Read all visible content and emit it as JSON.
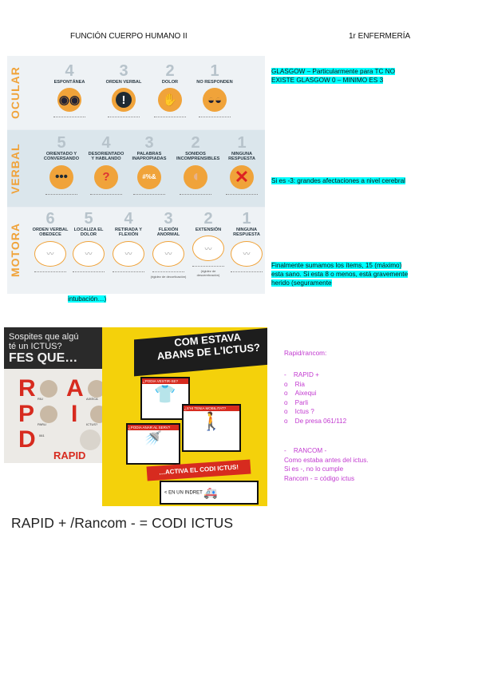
{
  "header": {
    "left": "FUNCIÓN CUERPO HUMANO II",
    "right": "1r ENFERMERÍA"
  },
  "gcs": {
    "sections": [
      {
        "name": "OCULAR",
        "items": [
          {
            "score": "4",
            "label": "ESPONTÁNEA",
            "glyph": "◉◉"
          },
          {
            "score": "3",
            "label": "ORDEN VERBAL",
            "glyph": "!"
          },
          {
            "score": "2",
            "label": "DOLOR",
            "glyph": "✋"
          },
          {
            "score": "1",
            "label": "NO RESPONDEN",
            "glyph": "◒◒"
          }
        ]
      },
      {
        "name": "VERBAL",
        "items": [
          {
            "score": "5",
            "label": "ORIENTADO Y CONVERSANDO",
            "glyph": "•••"
          },
          {
            "score": "4",
            "label": "DESORIENTADO Y HABLANDO",
            "glyph": "?"
          },
          {
            "score": "3",
            "label": "PALABRAS INAPROPIADAS",
            "glyph": "#%&"
          },
          {
            "score": "2",
            "label": "SONIDOS INCOMPRENSIBLES",
            "glyph": "◖"
          },
          {
            "score": "1",
            "label": "NINGUNA RESPUESTA",
            "glyph": "✕"
          }
        ]
      },
      {
        "name": "MOTORA",
        "items": [
          {
            "score": "6",
            "label": "ORDEN VERBAL OBEDECE",
            "sub": ""
          },
          {
            "score": "5",
            "label": "LOCALIZA EL DOLOR",
            "sub": ""
          },
          {
            "score": "4",
            "label": "RETIRADA Y FLEXIÓN",
            "sub": ""
          },
          {
            "score": "3",
            "label": "FLEXIÓN ANORMAL",
            "sub": "(rigidez de decorticación)"
          },
          {
            "score": "2",
            "label": "EXTENSIÓN",
            "sub": "(rigidez de descerebración)"
          },
          {
            "score": "1",
            "label": "NINGUNA RESPUESTA",
            "sub": ""
          }
        ]
      }
    ]
  },
  "notes": {
    "glasgow": "GLASGOW – Particularmente para TC NO EXISTE GLASGOW 0 – MINIMO ES 3",
    "severe": "Si es -3: grandes afectaciones a nivel cerebral",
    "final_1": "Finalmente sumamos los ítems, 15 (máximo) esta sano. Si esta 8 o menos, está gravemente herido (seguramente",
    "final_2": "intubación…)"
  },
  "rapid_img": {
    "line1": "Sospites que algú",
    "line2": "té un ICTUS?",
    "line3": "FES QUE…",
    "letters": [
      "R",
      "A",
      "P",
      "I",
      "D"
    ],
    "small": [
      "RIU",
      "AIXECA",
      "PARLI",
      "ICTUS?",
      "061"
    ],
    "footer": "RAPID"
  },
  "abans_img": {
    "title1": "COM ESTAVA",
    "title2": "ABANS DE L'ICTUS?",
    "panels": [
      "¿PODIA VESTIR-SE?",
      "¿S'HI TENIA MOBILITAT?",
      "¿PODIA ANAR AL SERV?"
    ],
    "banner": "…ACTIVA EL CODI ICTUS!",
    "bottom": "< EN UN INDRET"
  },
  "rapid_list": {
    "title": "Rapid/rancom:",
    "main": "RAPID +",
    "items": [
      "Ria",
      "Aixequi",
      "Parli",
      "Ictus ?",
      "De presa 061/112"
    ],
    "rancom": "RANCOM -",
    "desc": [
      "Como estaba antes del ictus.",
      "Si es -, no lo cumple",
      "Rancom - = código ictus"
    ]
  },
  "bigline": "RAPID + /Rancom - = CODI ICTUS"
}
